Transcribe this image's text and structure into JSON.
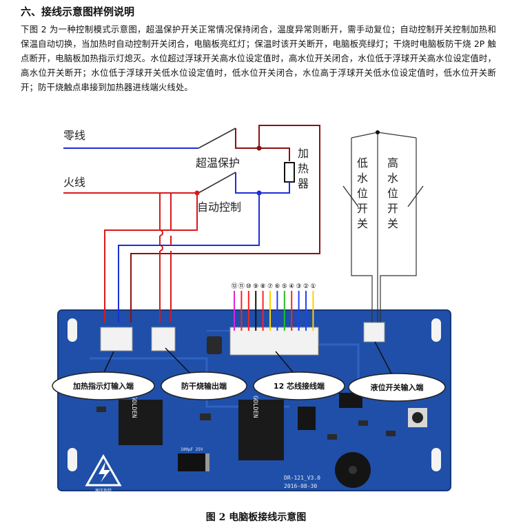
{
  "heading": "六、接线示意图样例说明",
  "paragraph": "下图 2 为一种控制模式示意图，超温保护开关正常情况保持闭合，温度异常则断开，需手动复位；自动控制开关控制加热和保温自动切换，当加热时自动控制开关闭合，电脑板亮红灯；保温时该开关断开，电脑板亮绿灯；干烧时电脑板防干烧 2P 触点断开，电脑板加热指示灯熄灭。水位超过浮球开关高水位设定值时，高水位开关闭合，水位低于浮球开关高水位设定值时，高水位开关断开；水位低于浮球开关低水位设定值时，低水位开关闭合，水位高于浮球开关低水位设定值时，低水位开关断开；防干烧触点串接到加热器进线端火线处。",
  "diagram": {
    "neutral_label": "零线",
    "live_label": "火线",
    "overheat_label": "超温保护",
    "auto_label": "自动控制",
    "heater_label": [
      "加",
      "热",
      "器"
    ],
    "low_switch_label": [
      "低",
      "水",
      "位",
      "开",
      "关"
    ],
    "high_switch_label": [
      "高",
      "水",
      "位",
      "开",
      "关"
    ],
    "pin_numbers": [
      "⑫",
      "⑪",
      "⑩",
      "⑨",
      "⑧",
      "⑦",
      "⑥",
      "⑤",
      "④",
      "③",
      "②",
      "①"
    ],
    "pin_colors": [
      "#e020e0",
      "#ff2020",
      "#ff2020",
      "#111111",
      "#ff2020",
      "#ffd000",
      "#2040ff",
      "#20c020",
      "#ff2020",
      "#2040ff",
      "#2040ff",
      "#ffd000"
    ],
    "callouts": [
      "加热指示灯输入端",
      "防干烧输出端",
      "12 芯线接线端",
      "液位开关输入端"
    ],
    "board_model": "DR-121_V3.0",
    "board_date": "2016-08-30",
    "relay_brand": "GOLDEN",
    "hv_warning": "高压危险",
    "cap_label": "100μF 25V"
  },
  "caption": "图 2    电脑板接线示意图",
  "colors": {
    "blue": "#1a2fd6",
    "red": "#d81818",
    "dark_red": "#8b1010",
    "board": "#1f4fa8"
  }
}
